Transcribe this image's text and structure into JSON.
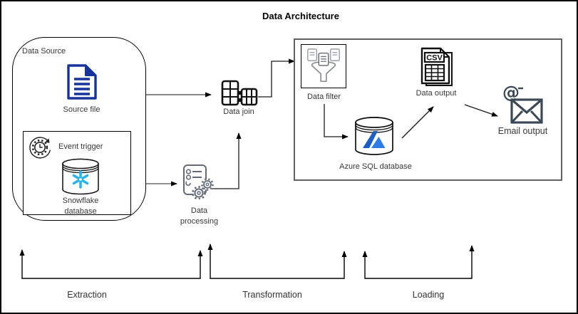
{
  "title": "Data Architecture",
  "nodes": {
    "data_source": {
      "label": "Data Source"
    },
    "source_file": {
      "label": "Source file"
    },
    "event_trigger": {
      "label": "Event trigger"
    },
    "snowflake_db": {
      "label_line1": "Snowflake",
      "label_line2": "database"
    },
    "data_join": {
      "label": "Data join"
    },
    "data_processing": {
      "label_line1": "Data",
      "label_line2": "processing"
    },
    "data_filter": {
      "label": "Data filter"
    },
    "azure_sql": {
      "label": "Azure SQL database"
    },
    "data_output": {
      "label": "Data output",
      "file_type": "CSV"
    },
    "email_output": {
      "label": "Email output",
      "at_symbol": "@"
    }
  },
  "stages": {
    "extraction": "Extraction",
    "transformation": "Transformation",
    "loading": "Loading"
  },
  "colors": {
    "snowflake_cyan": "#29B5E8",
    "source_file_blue": "#16349C",
    "azure_blue_dark": "#1C5FC4",
    "azure_blue_light": "#2D7CE5",
    "email_slate": "#3B4956",
    "container_border_gray": "#616161",
    "connector_dark": "#3D3D3D",
    "icon_gray": "#8A909A"
  }
}
